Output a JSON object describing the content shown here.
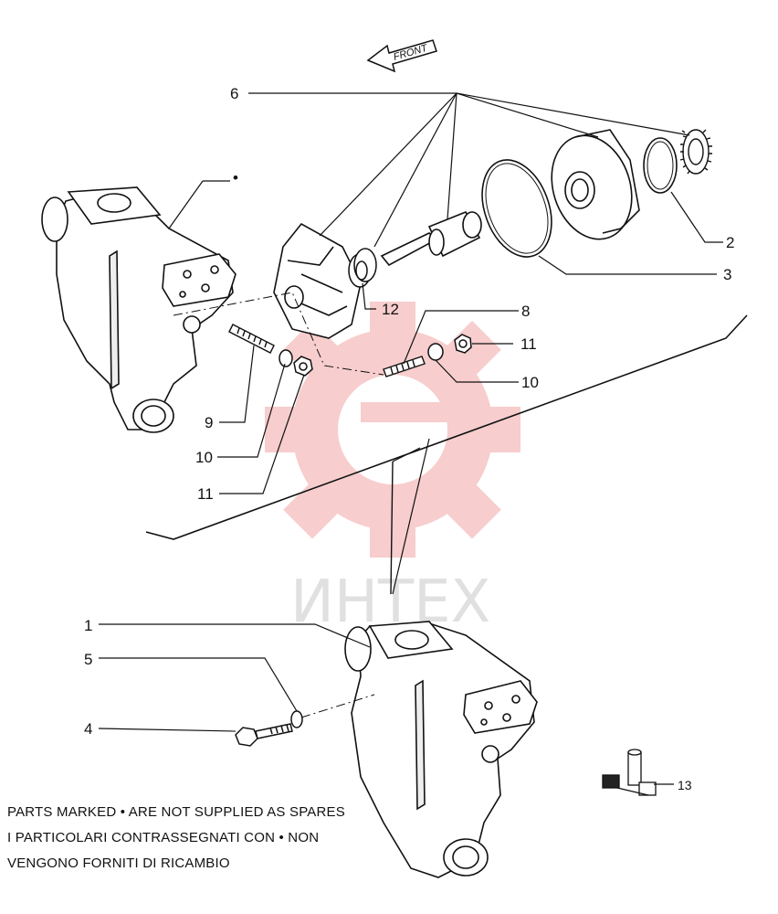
{
  "diagram": {
    "orientation_label": "FRONT",
    "watermark_text": "ИНТЕХ",
    "callouts": {
      "c1": "1",
      "c2": "2",
      "c3": "3",
      "c4": "4",
      "c5": "5",
      "c6": "6",
      "c8": "8",
      "c9": "9",
      "c10a": "10",
      "c10b": "10",
      "c11a": "11",
      "c11b": "11",
      "c12": "12",
      "c13": "13"
    },
    "not_supplied_marker": "•",
    "notes": [
      "PARTS MARKED • ARE NOT SUPPLIED AS SPARES",
      "I  PARTICOLARI  CONTRASSEGNATI  CON  •  NON",
      "VENGONO FORNITI DI RICAMBIO"
    ]
  },
  "colors": {
    "line": "#111111",
    "watermark": "#f2a6a6",
    "watermark_text": "#e0e0e0"
  }
}
